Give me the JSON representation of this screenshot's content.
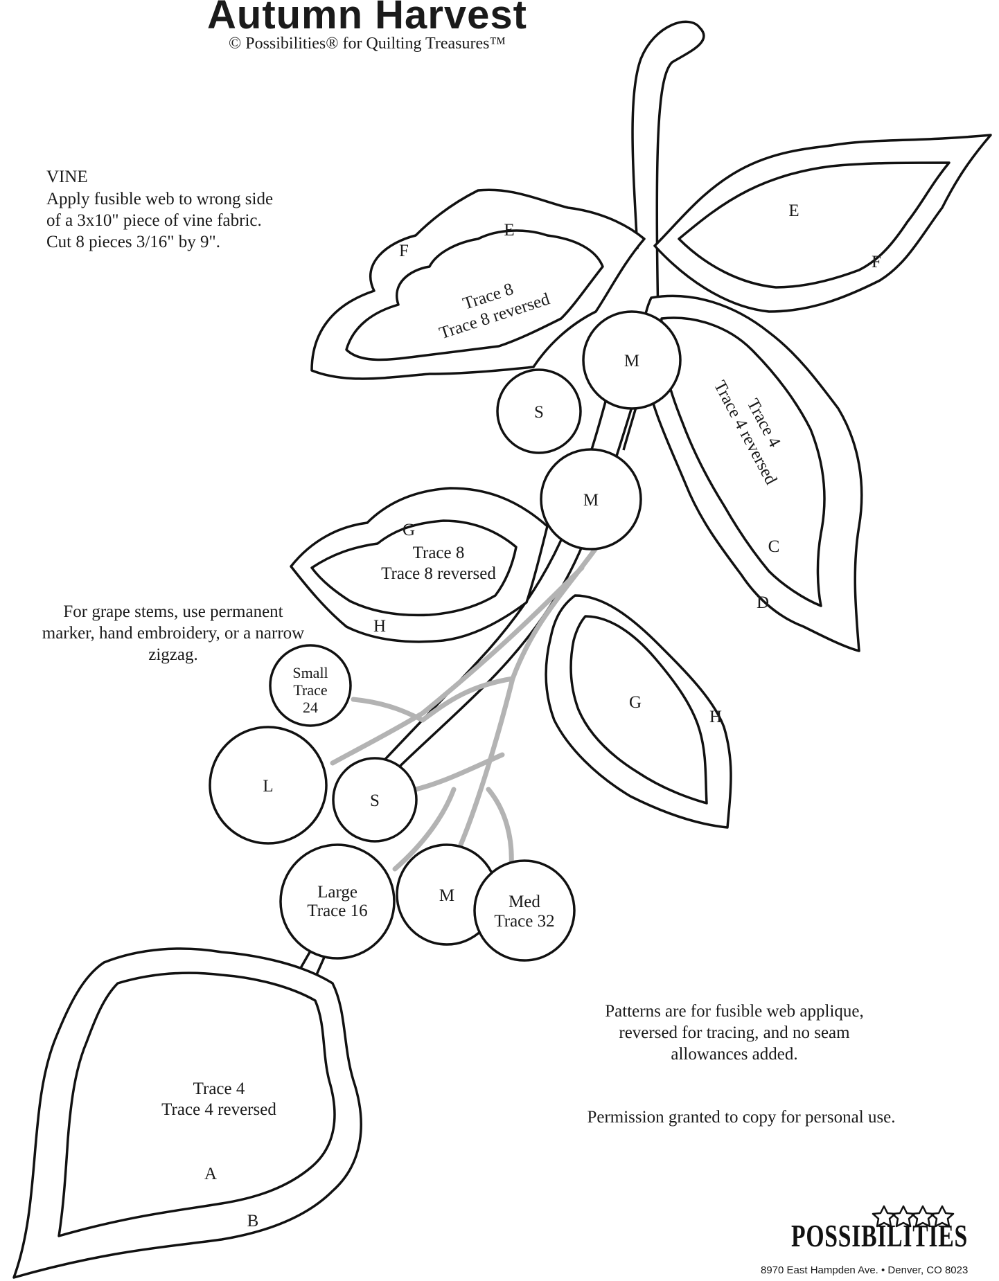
{
  "title": "Autumn Harvest",
  "subtitle": "© Possibilities® for Quilting Treasures™",
  "vine": {
    "heading": "VINE",
    "instructions": "Apply fusible web to wrong side of a 3x10\" piece of vine fabric. Cut 8 pieces 3/16\" by 9\"."
  },
  "stems_note": "For grape stems, use permanent marker, hand embroidery, or a narrow zigzag.",
  "notes": "Patterns are for fusible web applique, reversed for tracing, and no seam allowances added.",
  "permission": "Permission granted to copy for personal use.",
  "leaves": {
    "top_left": {
      "outer": "F",
      "inner": "E",
      "trace1": "Trace 8",
      "trace2": "Trace 8 reversed"
    },
    "top_right": {
      "inner": "E",
      "outer": "F"
    },
    "right": {
      "trace1": "Trace 4",
      "trace2": "Trace 4 reversed",
      "inner": "C",
      "outer": "D"
    },
    "mid_left": {
      "inner": "G",
      "trace1": "Trace 8",
      "trace2": "Trace 8 reversed",
      "outer": "H"
    },
    "mid_right": {
      "inner": "G",
      "outer": "H"
    },
    "bottom": {
      "trace1": "Trace 4",
      "trace2": "Trace 4 reversed",
      "inner": "A",
      "outer": "B"
    }
  },
  "grapes": {
    "m_top": "M",
    "s_top": "S",
    "m_mid": "M",
    "small": {
      "line1": "Small",
      "line2": "Trace",
      "line3": "24"
    },
    "l": "L",
    "s_low": "S",
    "large": {
      "line1": "Large",
      "line2": "Trace 16"
    },
    "m_low": "M",
    "med": {
      "line1": "Med",
      "line2": "Trace 32"
    }
  },
  "brand": {
    "name": "POSSIBILITIES",
    "address": "8970 East Hampden Ave. • Denver, CO 8023"
  }
}
